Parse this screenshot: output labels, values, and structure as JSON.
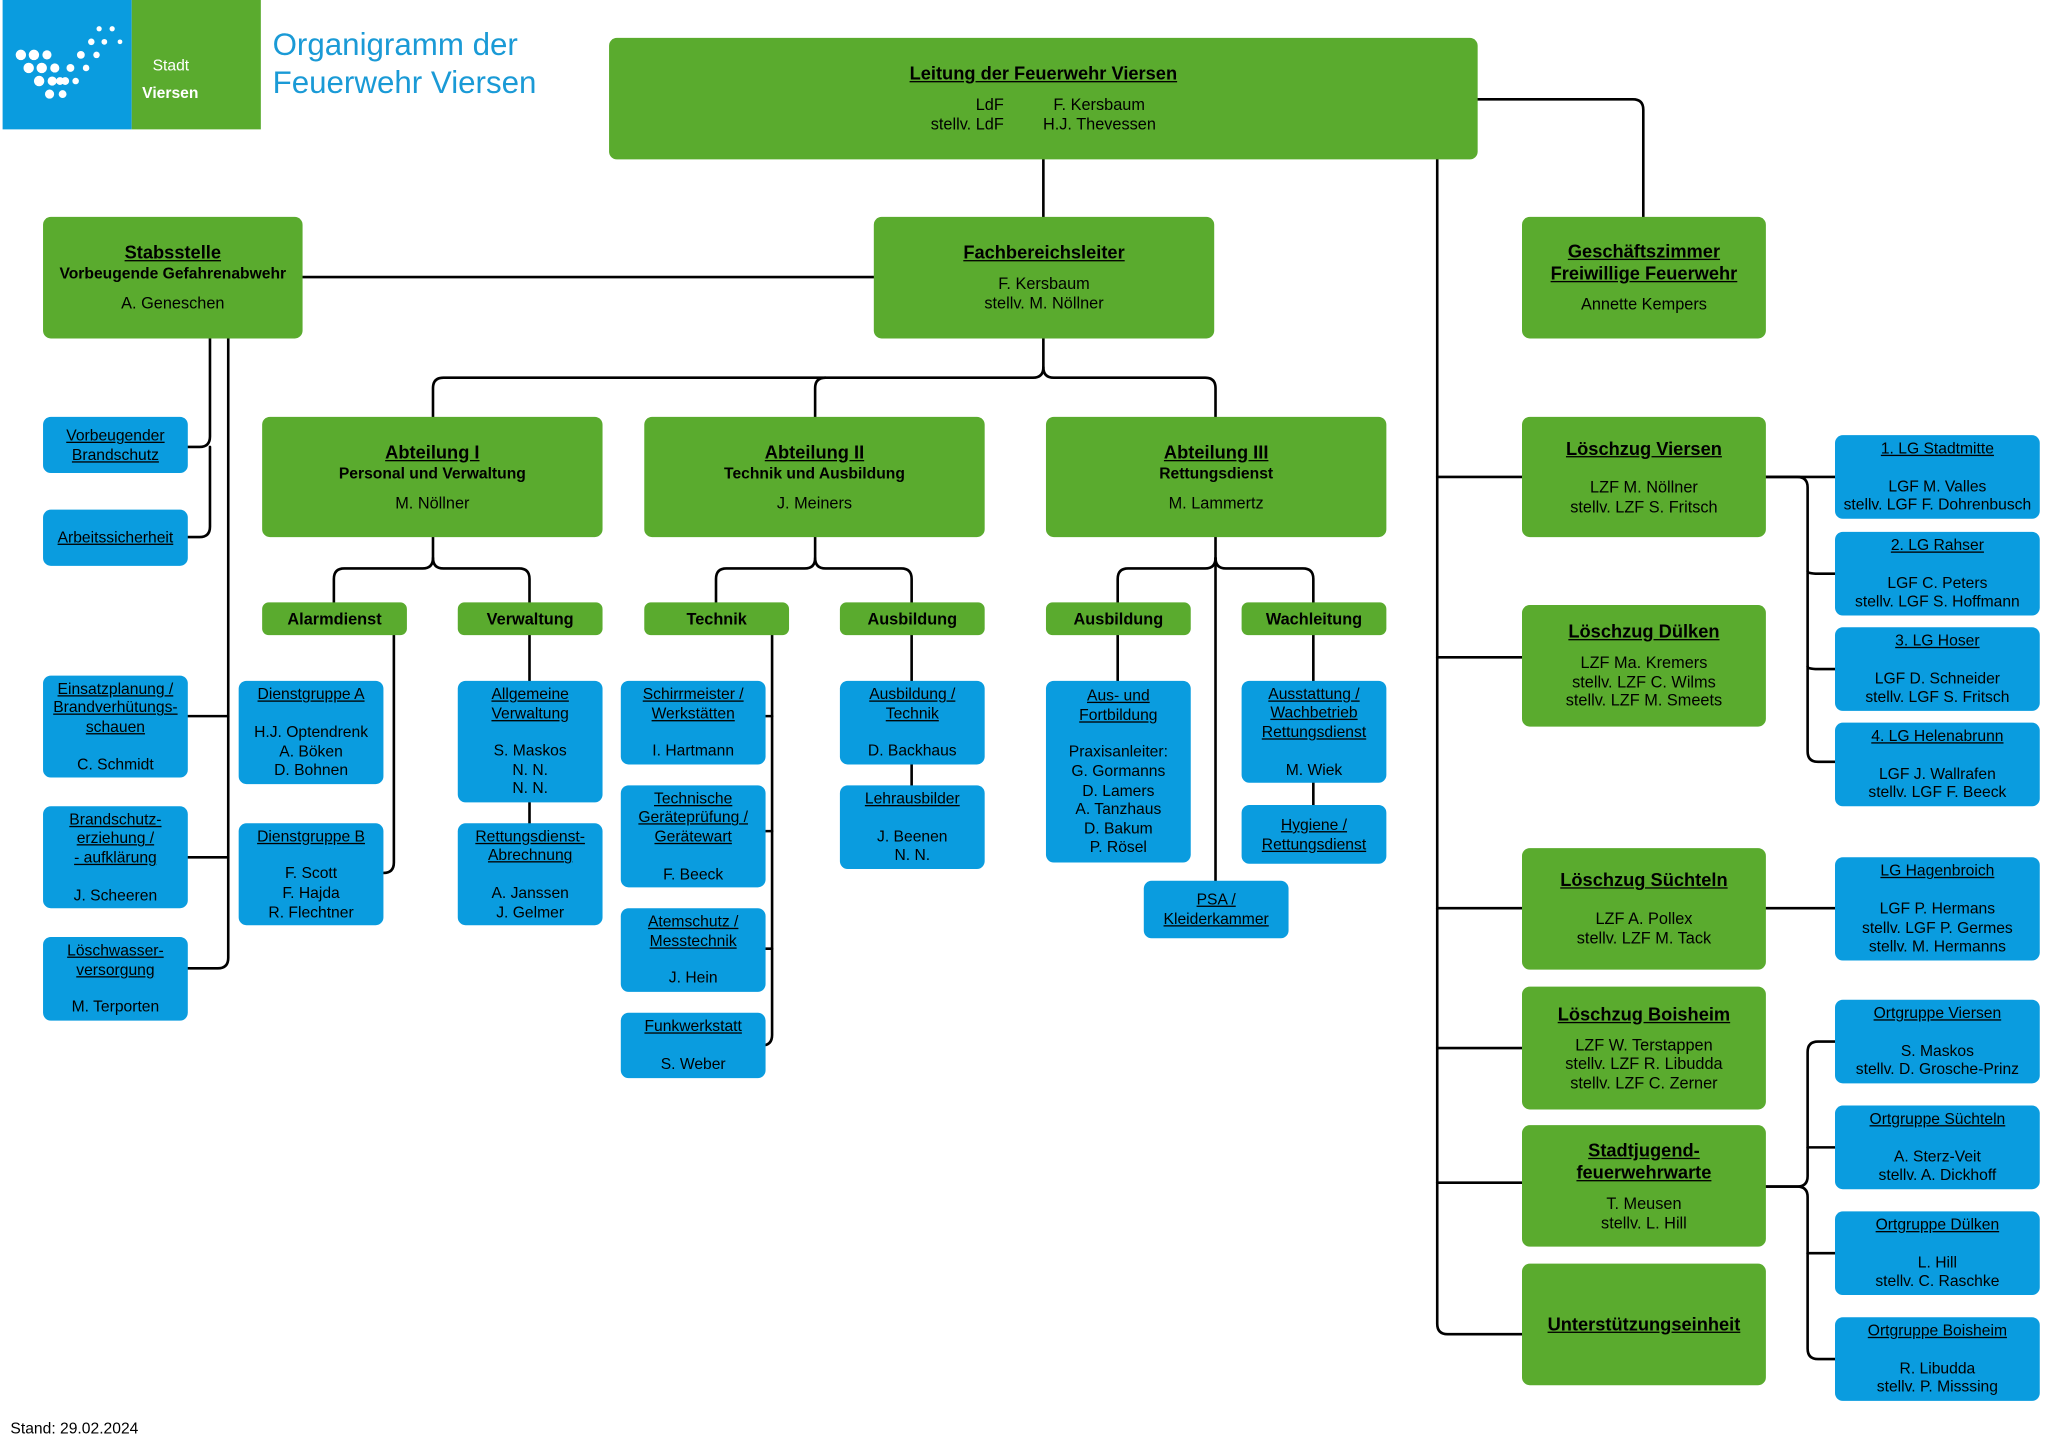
{
  "header": {
    "logo_text_plain": "Stadt",
    "logo_text_bold": "Viersen",
    "title_line1": "Organigramm der",
    "title_line2": "Feuerwehr Viersen"
  },
  "footer": {
    "stand": "Stand: 29.02.2024"
  },
  "colors": {
    "green": "#5aab2e",
    "blue": "#0a9cdf",
    "title": "#1a9ad6"
  },
  "leitung": {
    "title": "Leitung der Feuerwehr Viersen",
    "role1": "LdF",
    "role2": "stellv. LdF",
    "name1": "F. Kersbaum",
    "name2": "H.J. Thevessen"
  },
  "fachbereichsleiter": {
    "title": "Fachbereichsleiter",
    "lines": [
      "F. Kersbaum",
      "stellv. M. Nöllner"
    ]
  },
  "stabsstelle": {
    "title": "Stabsstelle",
    "subtitle": "Vorbeugende Gefahrenabwehr",
    "lines": [
      "A. Geneschen"
    ]
  },
  "geschaeftszimmer": {
    "title_lines": [
      "Geschäftszimmer",
      "Freiwillige Feuerwehr"
    ],
    "lines": [
      "Annette Kempers"
    ]
  },
  "stab_children": [
    {
      "title_lines": [
        "Vorbeugender",
        "Brandschutz"
      ],
      "lines": []
    },
    {
      "title_lines": [
        "Arbeitssicherheit"
      ],
      "lines": []
    },
    {
      "title_lines": [
        "Einsatzplanung /",
        "Brandverhütungs-",
        "schauen"
      ],
      "lines": [
        "C. Schmidt"
      ]
    },
    {
      "title_lines": [
        "Brandschutz-",
        "erziehung /",
        "- aufklärung"
      ],
      "lines": [
        "J. Scheeren"
      ]
    },
    {
      "title_lines": [
        "Löschwasser-",
        "versorgung"
      ],
      "lines": [
        "M. Terporten"
      ]
    }
  ],
  "abteilungen": [
    {
      "title": "Abteilung I",
      "subtitle": "Personal und Verwaltung",
      "lines": [
        "M. Nöllner"
      ]
    },
    {
      "title": "Abteilung II",
      "subtitle": "Technik und Ausbildung",
      "lines": [
        "J. Meiners"
      ]
    },
    {
      "title": "Abteilung III",
      "subtitle": "Rettungsdienst",
      "lines": [
        "M. Lammertz"
      ]
    }
  ],
  "pills": [
    "Alarmdienst",
    "Verwaltung",
    "Technik",
    "Ausbildung",
    "Ausbildung",
    "Wachleitung"
  ],
  "units": {
    "dienstgruppe_a": {
      "title_lines": [
        "Dienstgruppe A"
      ],
      "lines": [
        "H.J. Optendrenk",
        "A. Böken",
        "D. Bohnen"
      ]
    },
    "dienstgruppe_b": {
      "title_lines": [
        "Dienstgruppe B"
      ],
      "lines": [
        "F. Scott",
        "F. Hajda",
        "R. Flechtner"
      ]
    },
    "allg_verwaltung": {
      "title_lines": [
        "Allgemeine",
        "Verwaltung"
      ],
      "lines": [
        "S. Maskos",
        "N. N.",
        "N. N."
      ]
    },
    "rd_abrechnung": {
      "title_lines": [
        "Rettungsdienst-",
        "Abrechnung"
      ],
      "lines": [
        "A. Janssen",
        "J. Gelmer"
      ]
    },
    "schirrmeister": {
      "title_lines": [
        "Schirrmeister /",
        "Werkstätten"
      ],
      "lines": [
        "I. Hartmann"
      ]
    },
    "geraetepruefung": {
      "title_lines": [
        "Technische",
        "Geräteprüfung /",
        "Gerätewart"
      ],
      "lines": [
        "F. Beeck"
      ]
    },
    "atemschutz": {
      "title_lines": [
        "Atemschutz /",
        "Messtechnik"
      ],
      "lines": [
        "J. Hein"
      ]
    },
    "funkwerkstatt": {
      "title_lines": [
        "Funkwerkstatt"
      ],
      "lines": [
        "S. Weber"
      ]
    },
    "ausbildung_technik": {
      "title_lines": [
        "Ausbildung /",
        "Technik"
      ],
      "lines": [
        "D. Backhaus"
      ]
    },
    "lehrausbilder": {
      "title_lines": [
        "Lehrausbilder"
      ],
      "lines": [
        "J. Beenen",
        "N. N."
      ]
    },
    "aus_fortbildung": {
      "title_lines": [
        "Aus- und",
        "Fortbildung"
      ],
      "lines": [
        "Praxisanleiter:",
        "G. Gormanns",
        "D. Lamers",
        "A. Tanzhaus",
        "D. Bakum",
        "P. Rösel"
      ]
    },
    "ausstattung": {
      "title_lines": [
        "Ausstattung /",
        "Wachbetrieb",
        "Rettungsdienst"
      ],
      "lines": [
        "M. Wiek"
      ]
    },
    "hygiene": {
      "title_lines": [
        "Hygiene /",
        "Rettungsdienst"
      ],
      "lines": []
    },
    "psa": {
      "title_lines": [
        "PSA /",
        "Kleiderkammer"
      ],
      "lines": []
    }
  },
  "loeschzuege": [
    {
      "title_lines": [
        "Löschzug Viersen"
      ],
      "lines": [
        "LZF M. Nöllner",
        "stellv. LZF S. Fritsch"
      ]
    },
    {
      "title_lines": [
        "Löschzug Dülken"
      ],
      "lines": [
        "LZF Ma. Kremers",
        "stellv. LZF C. Wilms",
        "stellv. LZF M. Smeets"
      ]
    },
    {
      "title_lines": [
        "Löschzug Süchteln"
      ],
      "lines": [
        "LZF A. Pollex",
        "stellv. LZF M. Tack"
      ]
    },
    {
      "title_lines": [
        "Löschzug Boisheim"
      ],
      "lines": [
        "LZF W. Terstappen",
        "stellv. LZF R. Libudda",
        "stellv. LZF C. Zerner"
      ]
    },
    {
      "title_lines": [
        "Stadtjugend-",
        "feuerwehrwarte"
      ],
      "lines": [
        "T. Meusen",
        "stellv. L. Hill"
      ]
    },
    {
      "title_lines": [
        "Unterstützungseinheit"
      ],
      "lines": []
    }
  ],
  "loeschgruppen": [
    {
      "title_lines": [
        "1. LG Stadtmitte"
      ],
      "lines": [
        "LGF M. Valles",
        "stellv. LGF F. Dohrenbusch"
      ]
    },
    {
      "title_lines": [
        "2. LG Rahser"
      ],
      "lines": [
        "LGF C. Peters",
        "stellv. LGF S. Hoffmann"
      ]
    },
    {
      "title_lines": [
        "3. LG Hoser"
      ],
      "lines": [
        "LGF D. Schneider",
        "stellv. LGF S. Fritsch"
      ]
    },
    {
      "title_lines": [
        "4. LG Helenabrunn"
      ],
      "lines": [
        "LGF J. Wallrafen",
        "stellv. LGF F. Beeck"
      ]
    },
    {
      "title_lines": [
        "LG Hagenbroich"
      ],
      "lines": [
        "LGF P. Hermans",
        "stellv. LGF P. Germes",
        "stellv. M. Hermanns"
      ]
    }
  ],
  "ortgruppen": [
    {
      "title_lines": [
        "Ortgruppe Viersen"
      ],
      "lines": [
        "S. Maskos",
        "stellv. D. Grosche-Prinz"
      ]
    },
    {
      "title_lines": [
        "Ortgruppe Süchteln"
      ],
      "lines": [
        "A. Sterz-Veit",
        "stellv. A. Dickhoff"
      ]
    },
    {
      "title_lines": [
        "Ortgruppe Dülken"
      ],
      "lines": [
        "L. Hill",
        "stellv. C. Raschke"
      ]
    },
    {
      "title_lines": [
        "Ortgruppe Boisheim"
      ],
      "lines": [
        "R. Libudda",
        "stellv. P. Misssing"
      ]
    }
  ]
}
